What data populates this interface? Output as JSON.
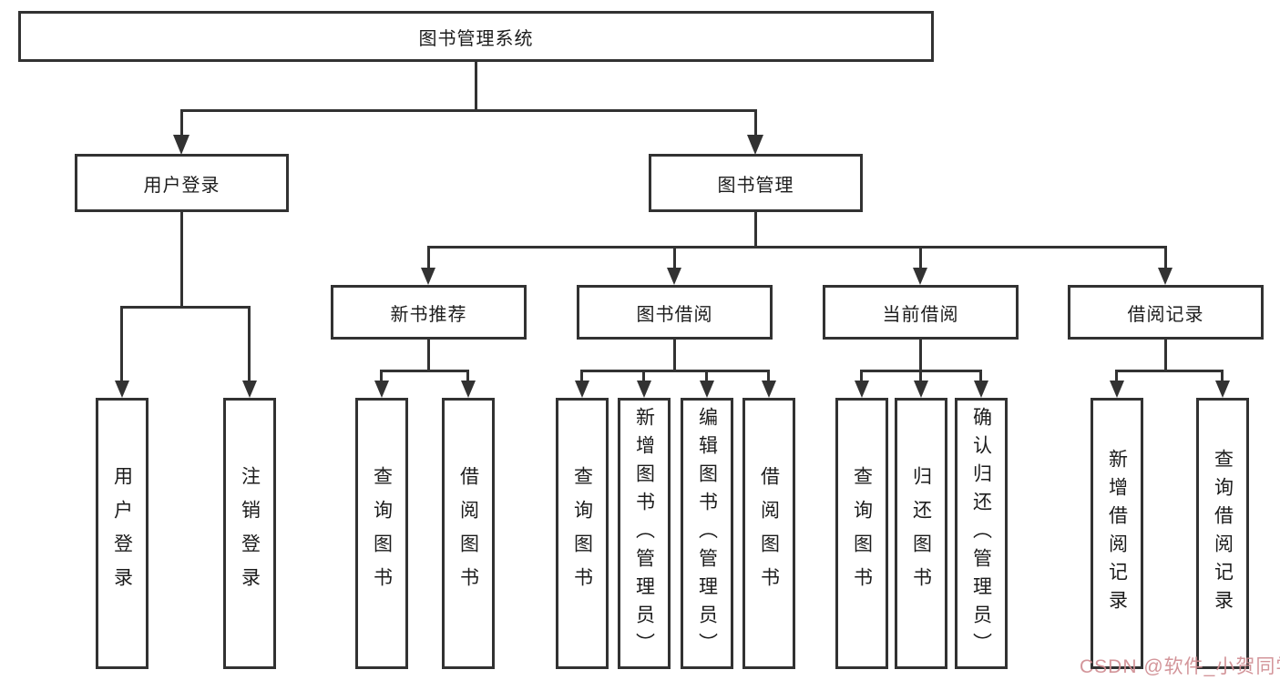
{
  "diagram_type": "tree",
  "hierarchy": {
    "label": "图书管理系统",
    "children": [
      {
        "label": "用户登录",
        "children": [
          {
            "label": "用户登录"
          },
          {
            "label": "注销登录"
          }
        ]
      },
      {
        "label": "图书管理",
        "children": [
          {
            "label": "新书推荐",
            "children": [
              {
                "label": "查询图书"
              },
              {
                "label": "借阅图书"
              }
            ]
          },
          {
            "label": "图书借阅",
            "children": [
              {
                "label": "查询图书"
              },
              {
                "label": "新增图书（管理员）"
              },
              {
                "label": "编辑图书（管理员）"
              },
              {
                "label": "借阅图书"
              }
            ]
          },
          {
            "label": "当前借阅",
            "children": [
              {
                "label": "查询图书"
              },
              {
                "label": "归还图书"
              },
              {
                "label": "确认归还（管理员）"
              }
            ]
          },
          {
            "label": "借阅记录",
            "children": [
              {
                "label": "新增借阅记录"
              },
              {
                "label": "查询借阅记录"
              }
            ]
          }
        ]
      }
    ]
  },
  "watermark": {
    "text": "CSDN @软件_小贺同学",
    "color": "#d08d92"
  },
  "colors": {
    "line": "#323232",
    "background": "#ffffff",
    "text": "#1a1a1a"
  }
}
